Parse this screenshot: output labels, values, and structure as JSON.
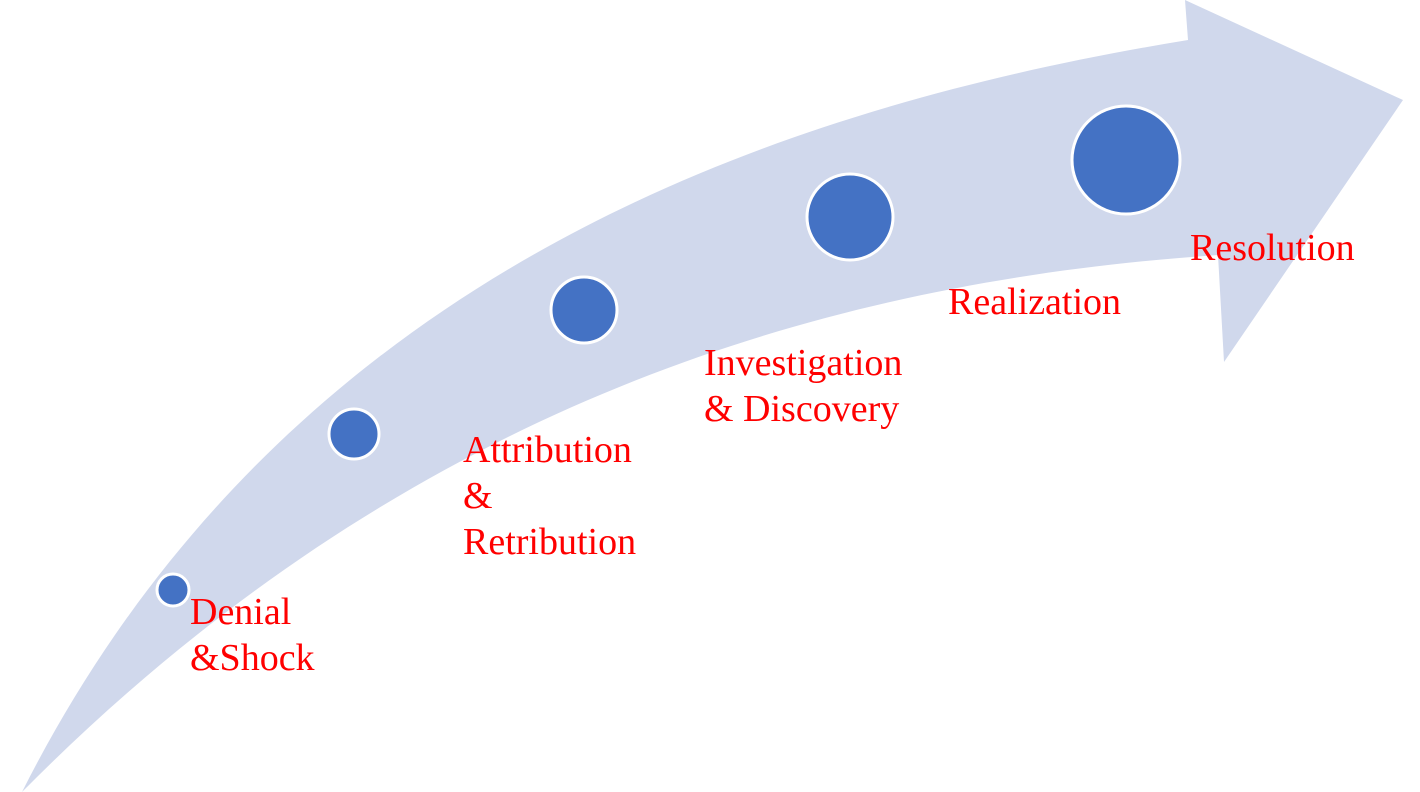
{
  "colors": {
    "arrow": "#d0d8ec",
    "dot": "#4472c4",
    "dot_outline": "#ffffff",
    "label": "#ff0000"
  },
  "stages": [
    {
      "lines": [
        "Denial",
        "&Shock"
      ]
    },
    {
      "lines": [
        "Attribution",
        "&",
        "Retribution"
      ]
    },
    {
      "lines": [
        "Investigation",
        "& Discovery"
      ]
    },
    {
      "lines": [
        "Realization"
      ]
    },
    {
      "lines": [
        "Resolution"
      ]
    }
  ]
}
